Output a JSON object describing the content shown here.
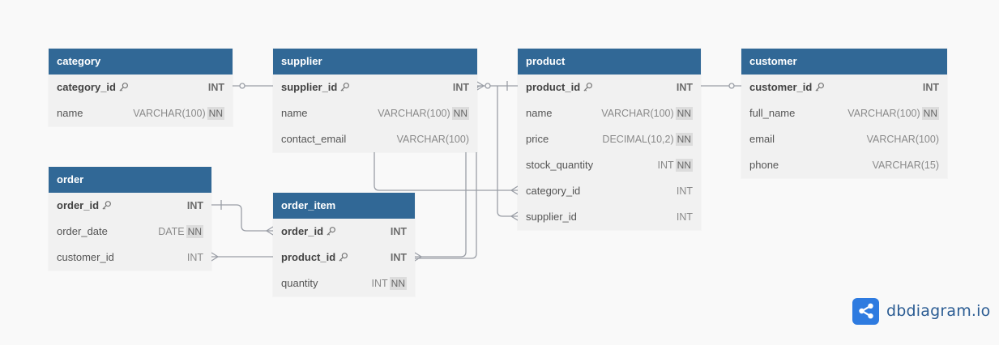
{
  "tables": {
    "category": {
      "name": "category",
      "columns": [
        {
          "name": "category_id",
          "type": "INT",
          "pk": true,
          "nn": false
        },
        {
          "name": "name",
          "type": "VARCHAR(100)",
          "pk": false,
          "nn": true
        }
      ]
    },
    "supplier": {
      "name": "supplier",
      "columns": [
        {
          "name": "supplier_id",
          "type": "INT",
          "pk": true,
          "nn": false
        },
        {
          "name": "name",
          "type": "VARCHAR(100)",
          "pk": false,
          "nn": true
        },
        {
          "name": "contact_email",
          "type": "VARCHAR(100)",
          "pk": false,
          "nn": false
        }
      ]
    },
    "product": {
      "name": "product",
      "columns": [
        {
          "name": "product_id",
          "type": "INT",
          "pk": true,
          "nn": false
        },
        {
          "name": "name",
          "type": "VARCHAR(100)",
          "pk": false,
          "nn": true
        },
        {
          "name": "price",
          "type": "DECIMAL(10,2)",
          "pk": false,
          "nn": true
        },
        {
          "name": "stock_quantity",
          "type": "INT",
          "pk": false,
          "nn": true
        },
        {
          "name": "category_id",
          "type": "INT",
          "pk": false,
          "nn": false
        },
        {
          "name": "supplier_id",
          "type": "INT",
          "pk": false,
          "nn": false
        }
      ]
    },
    "customer": {
      "name": "customer",
      "columns": [
        {
          "name": "customer_id",
          "type": "INT",
          "pk": true,
          "nn": false
        },
        {
          "name": "full_name",
          "type": "VARCHAR(100)",
          "pk": false,
          "nn": true
        },
        {
          "name": "email",
          "type": "VARCHAR(100)",
          "pk": false,
          "nn": false
        },
        {
          "name": "phone",
          "type": "VARCHAR(15)",
          "pk": false,
          "nn": false
        }
      ]
    },
    "order": {
      "name": "order",
      "columns": [
        {
          "name": "order_id",
          "type": "INT",
          "pk": true,
          "nn": false
        },
        {
          "name": "order_date",
          "type": "DATE",
          "pk": false,
          "nn": true
        },
        {
          "name": "customer_id",
          "type": "INT",
          "pk": false,
          "nn": false
        }
      ]
    },
    "order_item": {
      "name": "order_item",
      "columns": [
        {
          "name": "order_id",
          "type": "INT",
          "pk": true,
          "nn": false
        },
        {
          "name": "product_id",
          "type": "INT",
          "pk": true,
          "nn": false
        },
        {
          "name": "quantity",
          "type": "INT",
          "pk": false,
          "nn": true
        }
      ]
    }
  },
  "nn_label": "NN",
  "relationships": [
    {
      "from": "category.category_id",
      "to": "product.category_id",
      "from_card": "one",
      "to_card": "many"
    },
    {
      "from": "supplier.supplier_id",
      "to": "product.supplier_id",
      "from_card": "one",
      "to_card": "many"
    },
    {
      "from": "product.product_id",
      "to": "customer.customer_id",
      "from_card": "one",
      "to_card": "one"
    },
    {
      "from": "order.order_id",
      "to": "order_item.order_id",
      "from_card": "one",
      "to_card": "many"
    },
    {
      "from": "order.customer_id",
      "to": "customer.customer_id",
      "from_card": "many",
      "to_card": "one"
    },
    {
      "from": "order_item.product_id",
      "to": "product.product_id",
      "from_card": "many",
      "to_card": "one"
    }
  ],
  "colors": {
    "header": "#316896",
    "body": "#f1f1f1",
    "edge": "#9a9ea6",
    "background": "#f9f9f9"
  },
  "brand": {
    "text": "dbdiagram.io",
    "icon": "share-nodes-icon"
  }
}
